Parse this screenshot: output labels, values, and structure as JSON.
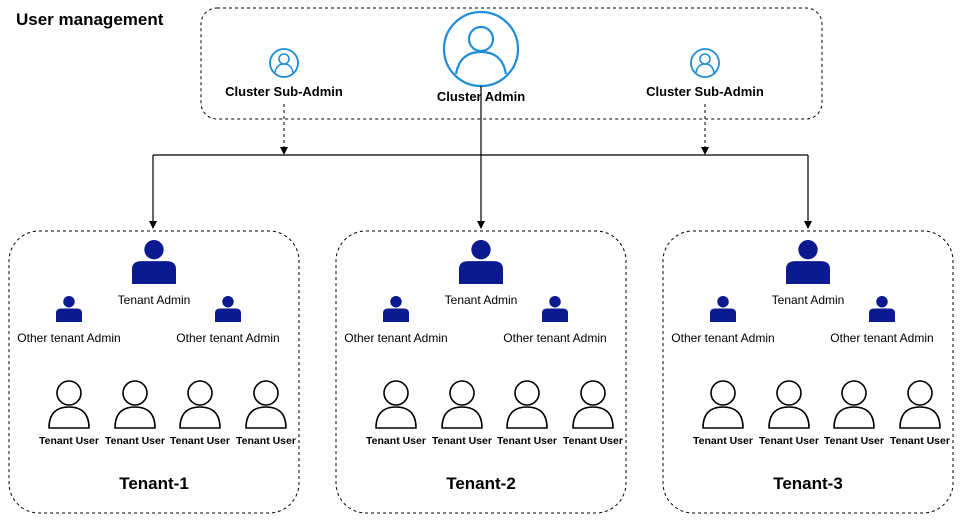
{
  "title": "User management",
  "colors": {
    "admin_outline": "#1f8dd6",
    "tenant_admin_fill": "#0b1a8e",
    "line": "#000000",
    "border": "#000000"
  },
  "cluster": {
    "admin_label": "Cluster Admin",
    "admin_icon": "user-circle-icon",
    "sub_admin_left_label": "Cluster Sub-Admin",
    "sub_admin_right_label": "Cluster Sub-Admin",
    "sub_admin_icon": "user-circle-icon"
  },
  "tenants": [
    {
      "name": "Tenant-1",
      "admin_label": "Tenant Admin",
      "other_admin_left_label": "Other tenant Admin",
      "other_admin_right_label": "Other tenant Admin",
      "users": [
        "Tenant User",
        "Tenant User",
        "Tenant User",
        "Tenant User"
      ]
    },
    {
      "name": "Tenant-2",
      "admin_label": "Tenant Admin",
      "other_admin_left_label": "Other tenant Admin",
      "other_admin_right_label": "Other tenant Admin",
      "users": [
        "Tenant User",
        "Tenant User",
        "Tenant User",
        "Tenant User"
      ]
    },
    {
      "name": "Tenant-3",
      "admin_label": "Tenant Admin",
      "other_admin_left_label": "Other tenant Admin",
      "other_admin_right_label": "Other tenant Admin",
      "users": [
        "Tenant User",
        "Tenant User",
        "Tenant User",
        "Tenant User"
      ]
    }
  ]
}
